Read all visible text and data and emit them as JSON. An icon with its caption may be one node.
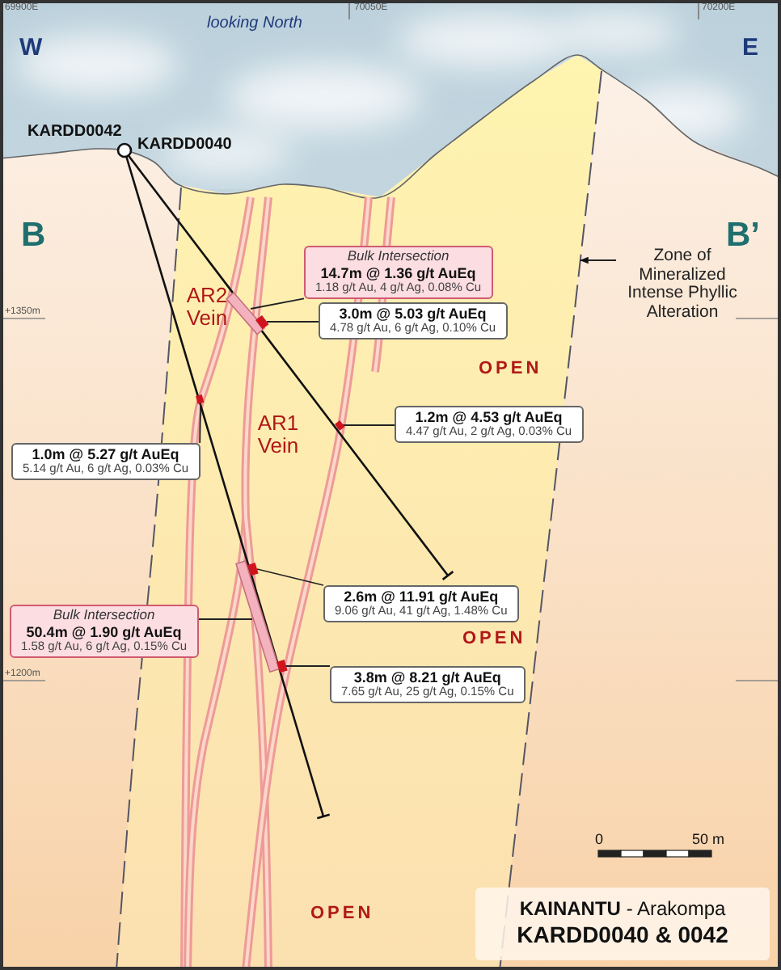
{
  "diagram": {
    "nodes": [
      {
        "text": [
          "Bulk Intersection",
          "14.7m @ 1.36 g/t AuEq",
          "1.18 g/t Au, 4 g/t Ag, 0.08% Cu"
        ]
      },
      {
        "text": [
          "3.0m @ 5.03 g/t AuEq",
          "4.78 g/t Au, 6 g/t Ag, 0.10% Cu"
        ]
      },
      {
        "text": [
          "1.0m @ 5.27 g/t AuEq",
          "5.14 g/t Au, 6 g/t Ag, 0.03% Cu"
        ]
      },
      {
        "text": [
          "1.2m @ 4.53 g/t AuEq",
          "4.47 g/t Au, 2 g/t Ag, 0.03% Cu"
        ]
      },
      {
        "text": [
          "2.6m @ 11.91 g/t AuEq",
          "9.06 g/t Au, 41 g/t Ag, 1.48% Cu"
        ]
      },
      {
        "text": [
          "Bulk Intersection",
          "50.4m @ 1.90 g/t AuEq",
          "1.58 g/t Au, 6 g/t Ag, 0.15% Cu"
        ]
      },
      {
        "text": [
          "3.8m @ 8.21 g/t AuEq",
          "7.65 g/t Au, 25 g/t Ag, 0.15% Cu"
        ]
      },
      {
        "text": [
          "Zone of Mineralized Intense Phyllic Alteration"
        ]
      },
      {
        "text": [
          "**KAINANTU** - Arakompa",
          "KARDD0040 & 0042"
        ]
      },
      {
        "text": [],
        "shape": "bar"
      },
      {
        "text": [],
        "shape": "bar",
        "in": 9
      },
      {
        "text": [],
        "shape": "bar"
      },
      {
        "text": [],
        "shape": "bar"
      },
      {
        "text": [],
        "shape": "bar"
      },
      {
        "text": [],
        "shape": "bar",
        "in": 13
      },
      {
        "text": [],
        "shape": "bar",
        "in": 13
      }
    ],
    "edges": [
      {
        "from": 0,
        "to": 9,
        "arrow": "none"
      },
      {
        "from": 1,
        "to": 10,
        "arrow": "none"
      },
      {
        "from": 2,
        "to": 11,
        "arrow": "none"
      },
      {
        "from": 3,
        "to": 12,
        "arrow": "none"
      },
      {
        "from": 4,
        "to": 14,
        "arrow": "none"
      },
      {
        "from": 5,
        "to": 13,
        "arrow": "none"
      },
      {
        "from": 6,
        "to": 15,
        "arrow": "none"
      },
      {
        "from": 7,
        "to": null,
        "arrow": "to"
      }
    ],
    "labels": [
      "69900E",
      "70050E",
      "70200E",
      "looking North",
      "W",
      "E",
      "KARDD0042",
      "KARDD0040",
      "B",
      "B’",
      "+1350m",
      "AR2 Vein",
      "AR1 Vein",
      "OPEN",
      "OPEN",
      "+1200m",
      "0",
      "50 m",
      "OPEN"
    ]
  }
}
